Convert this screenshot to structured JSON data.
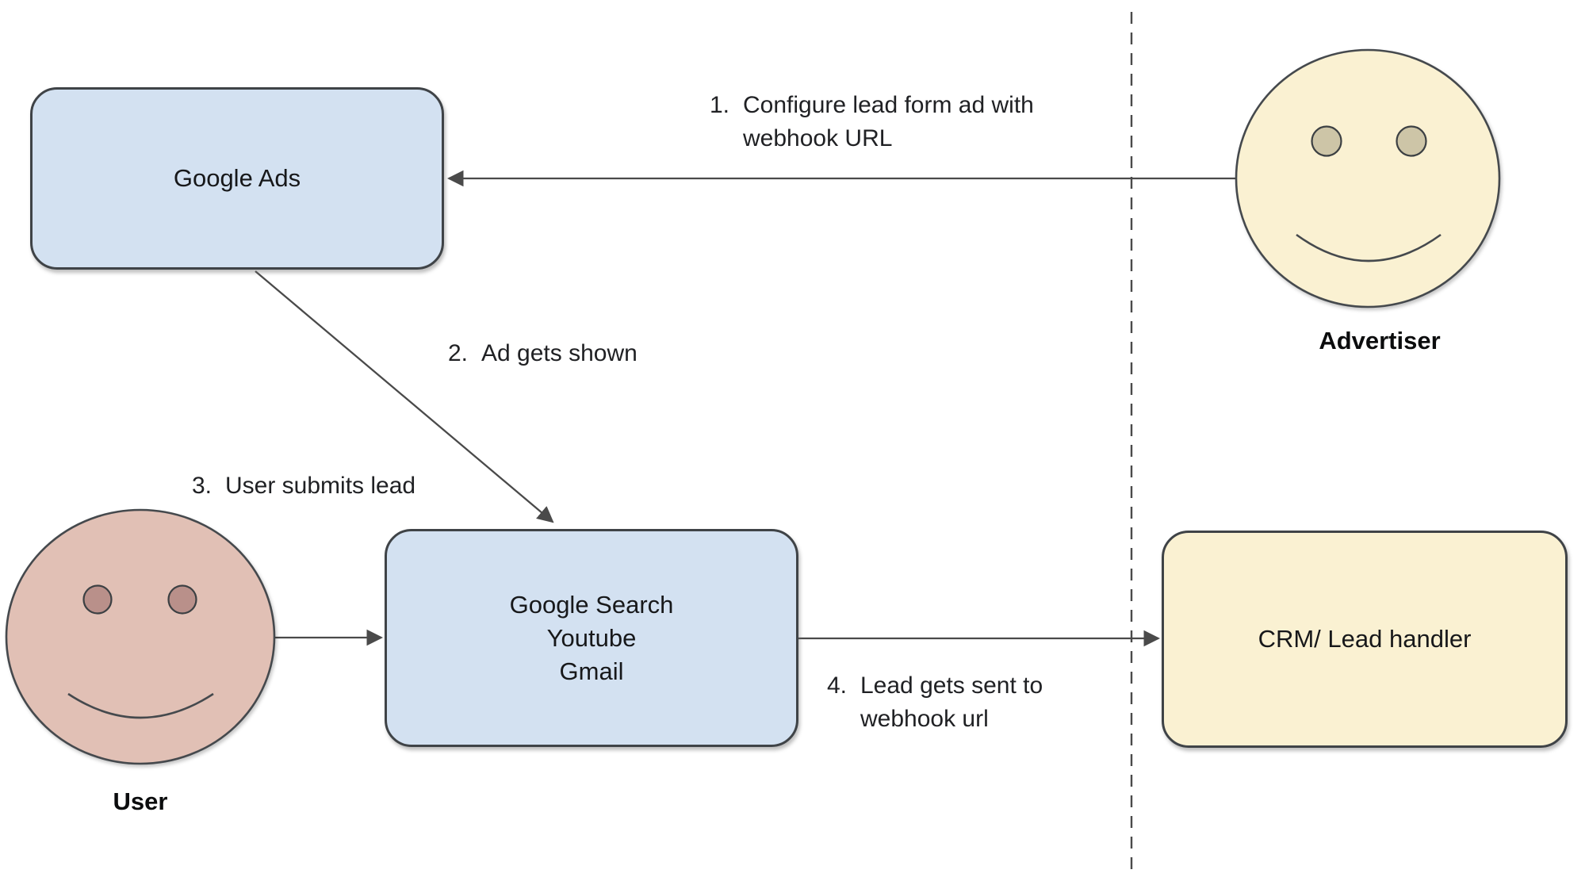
{
  "diagram": {
    "nodes": {
      "google_ads": {
        "label": "Google Ads"
      },
      "google_surfaces": {
        "line1": "Google Search",
        "line2": "Youtube",
        "line3": "Gmail"
      },
      "crm": {
        "label": "CRM/ Lead handler"
      }
    },
    "actors": {
      "advertiser": {
        "label": "Advertiser"
      },
      "user": {
        "label": "User"
      }
    },
    "steps": {
      "step1": {
        "num": "1.",
        "line1": "Configure lead form ad with",
        "line2": "webhook URL"
      },
      "step2": {
        "num": "2.",
        "line1": "Ad gets shown"
      },
      "step3": {
        "num": "3.",
        "line1": "User submits lead"
      },
      "step4": {
        "num": "4.",
        "line1": "Lead gets sent to",
        "line2": "webhook url"
      }
    },
    "colors": {
      "node_blue": "#d3e1f1",
      "node_cream": "#faf1d2",
      "face_cream": "#faf1d2",
      "face_pink": "#e1c0b5",
      "advertiser_eye": "#cdc5a7",
      "user_eye": "#b9908a",
      "shape_stroke": "#45494d",
      "arrow_gray": "#4a4a4a",
      "text": "#202124"
    }
  }
}
